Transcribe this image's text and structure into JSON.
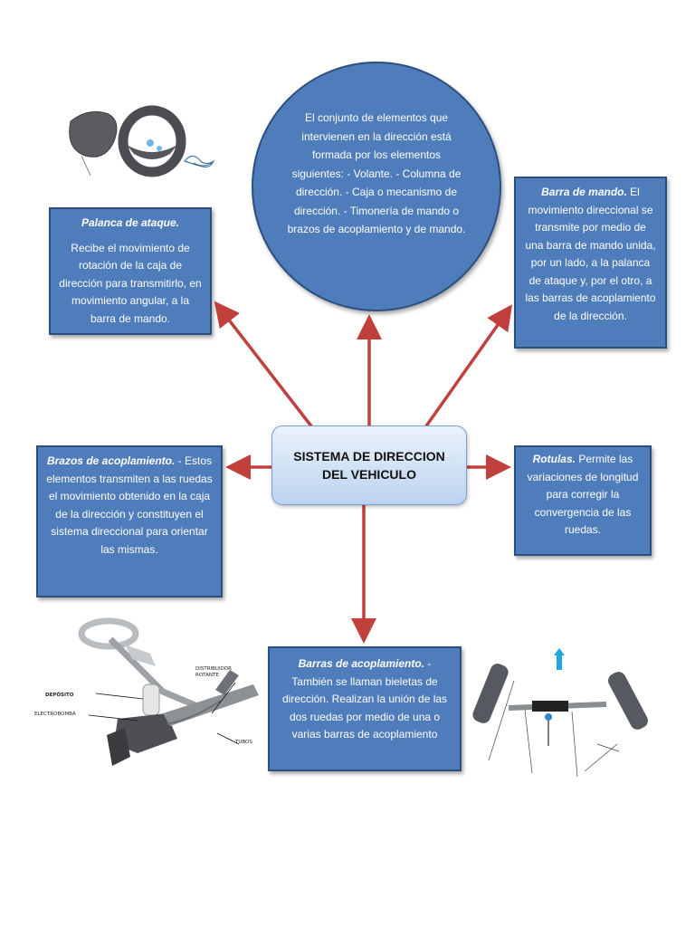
{
  "center": {
    "line1": "SISTEMA DE DIRECCION",
    "line2": "DEL VEHICULO"
  },
  "circle": {
    "text": "El conjunto de elementos que intervienen en la dirección está formada por los elementos siguientes: - Volante. - Columna de dirección. - Caja o mecanismo de dirección. - Timonería de mando o brazos de acoplamiento y de mando."
  },
  "palanca": {
    "title": "Palanca de ataque.",
    "text": "Recibe el movimiento de rotación de la caja de dirección para transmitirlo, en movimiento angular, a la barra de mando."
  },
  "barra_mando": {
    "title": "Barra de mando.",
    "text": "El movimiento direccional se transmite por medio de una barra de mando unida, por un lado, a la palanca de ataque y, por el otro, a las barras de acoplamiento de la dirección."
  },
  "brazos": {
    "title": "Brazos de acoplamiento.",
    "text": "- Estos elementos transmiten a las ruedas el movimiento obtenido en la caja de la dirección y constituyen el sistema direccional para orientar las mismas."
  },
  "rotulas": {
    "title": "Rotulas.",
    "text": "Permite las variaciones de longitud para corregir la convergencia de las ruedas."
  },
  "barras_acop": {
    "title": "Barras de acoplamiento.",
    "text": "- También se llaman bieletas de dirección. Realizan la unión de las dos ruedas por medio de una o varias barras de acoplamiento"
  },
  "illustration_labels": {
    "distribuidor": "DISTRIBUIDOR ROTANTE",
    "deposito": "DEPÓSITO",
    "electrobomba": "ELECTROBOMBA",
    "tubos": "TUBOS"
  },
  "colors": {
    "box": "#4f7dbb",
    "arrow": "#c0403c",
    "center_bg": "#cfe0f5"
  }
}
